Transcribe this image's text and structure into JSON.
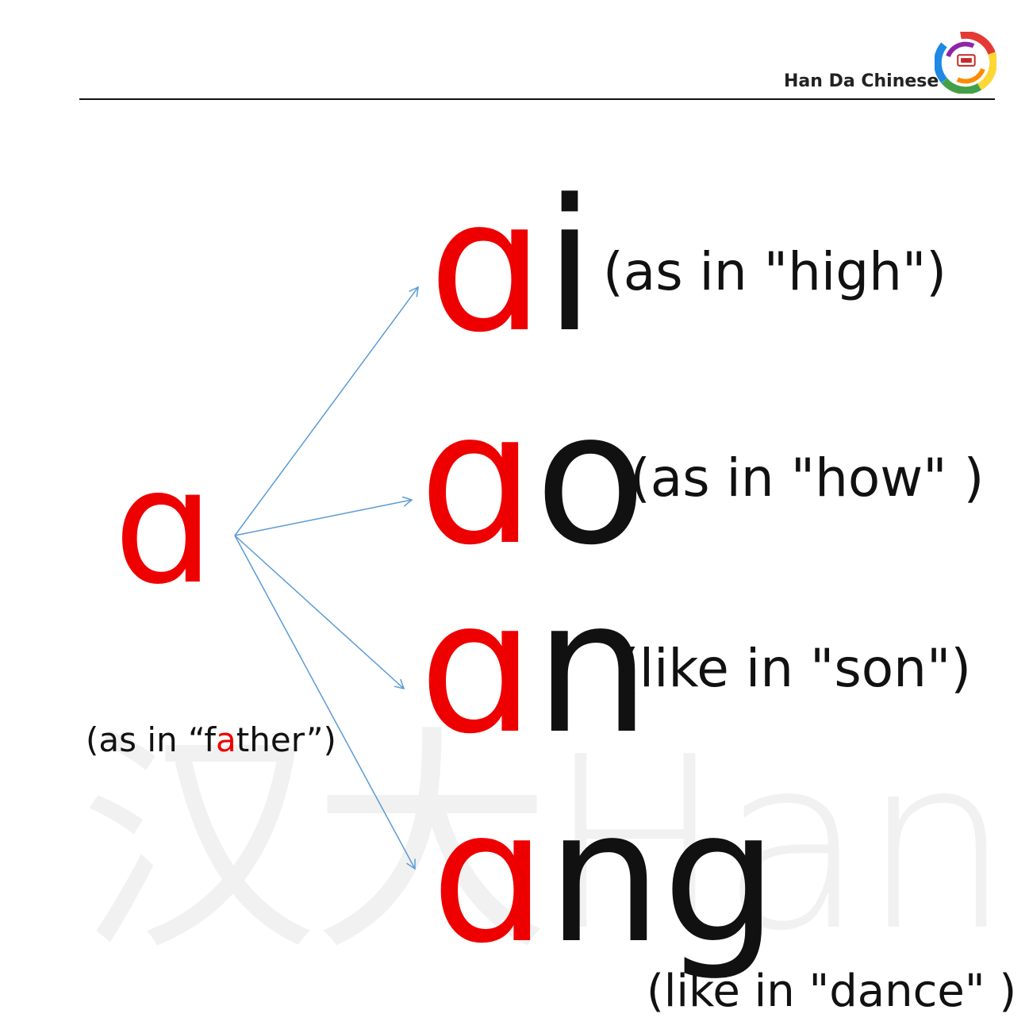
{
  "header": {
    "brand": "Han Da Chinese",
    "logo_icon": "han-da-swirl-logo-icon"
  },
  "watermark": "汉大HanDa",
  "base": {
    "letter": "ɑ",
    "gloss": {
      "prefix": "(as in “f",
      "highlight": "a",
      "suffix": "ther”)"
    }
  },
  "finals": [
    {
      "vowel": "ɑ",
      "rest": "i",
      "gloss": "(as in \"high\")"
    },
    {
      "vowel": "ɑ",
      "rest": "o",
      "gloss": "(as in \"how\" )"
    },
    {
      "vowel": "ɑ",
      "rest": "n",
      "gloss": "(like in \"son\")"
    },
    {
      "vowel": "ɑ",
      "rest": "ng",
      "gloss": "(like in \"dance\" )"
    }
  ],
  "colors": {
    "vowel": "#ee0000",
    "consonant": "#111111",
    "arrow": "#5b9bd5",
    "rule": "#111111"
  }
}
